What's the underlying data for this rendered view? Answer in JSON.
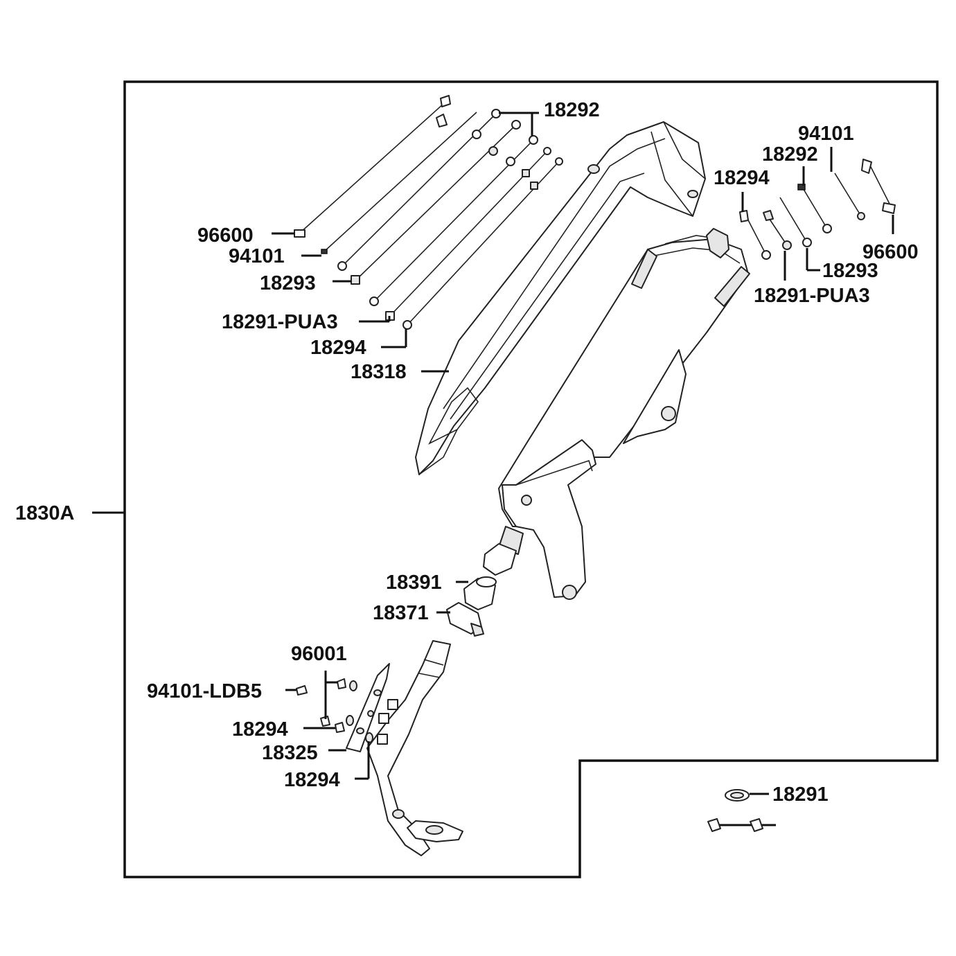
{
  "diagram": {
    "assembly_label": "1830A",
    "labels": {
      "tl_18292": "18292",
      "tl_96600": "96600",
      "tl_94101": "94101",
      "tl_18293": "18293",
      "tl_18291_pua3": "18291-PUA3",
      "tl_18294": "18294",
      "heat_shield": "18318",
      "tr_94101": "94101",
      "tr_18292": "18292",
      "tr_18294": "18294",
      "tr_96600": "96600",
      "tr_18293": "18293",
      "tr_18291_pua3": "18291-PUA3",
      "gasket_18391": "18391",
      "band_18371": "18371",
      "bl_96001": "96001",
      "bl_94101_ldb5": "94101-LDB5",
      "bl_18294_a": "18294",
      "bl_18325": "18325",
      "bl_18294_b": "18294",
      "loose_18291": "18291"
    }
  }
}
